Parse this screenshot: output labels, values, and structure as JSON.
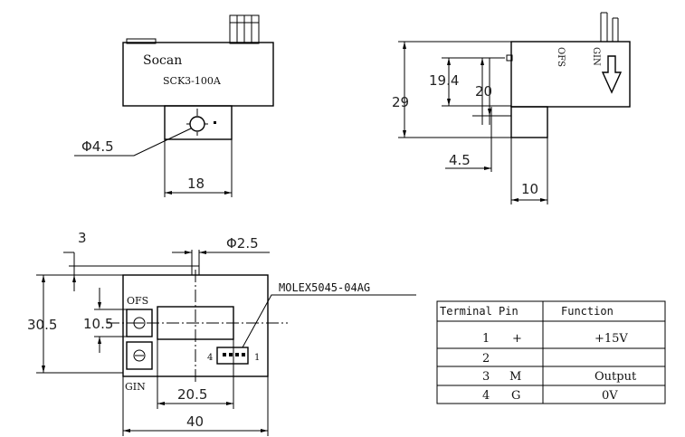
{
  "front_view": {
    "brand": "Socan",
    "model": "SCK3-100A",
    "hole_dia": "Φ4.5",
    "width": "18"
  },
  "side_view": {
    "ofs_label": "OFS",
    "gin_label": "GIN",
    "dim_19_4": "19.4",
    "dim_20": "20",
    "dim_29": "29",
    "dim_4_5": "4.5",
    "dim_10": "10"
  },
  "top_view": {
    "dim_3": "3",
    "dim_2_5": "Φ2.5",
    "connector": "MOLEX5045-04AG",
    "ofs_label": "OFS",
    "gin_label": "GIN",
    "dim_30_5": "30.5",
    "dim_10_5": "10.5",
    "pin_4": "4",
    "pin_1": "1",
    "dim_20_5": "20.5",
    "dim_40": "40"
  },
  "terminal_table": {
    "headers": [
      "Terminal Pin",
      "Function"
    ],
    "rows": [
      {
        "pin": "1",
        "sym": "+",
        "function": "+15V"
      },
      {
        "pin": "2",
        "sym": "",
        "function": ""
      },
      {
        "pin": "3",
        "sym": "M",
        "function": "Output"
      },
      {
        "pin": "4",
        "sym": "G",
        "function": "0V"
      }
    ]
  }
}
